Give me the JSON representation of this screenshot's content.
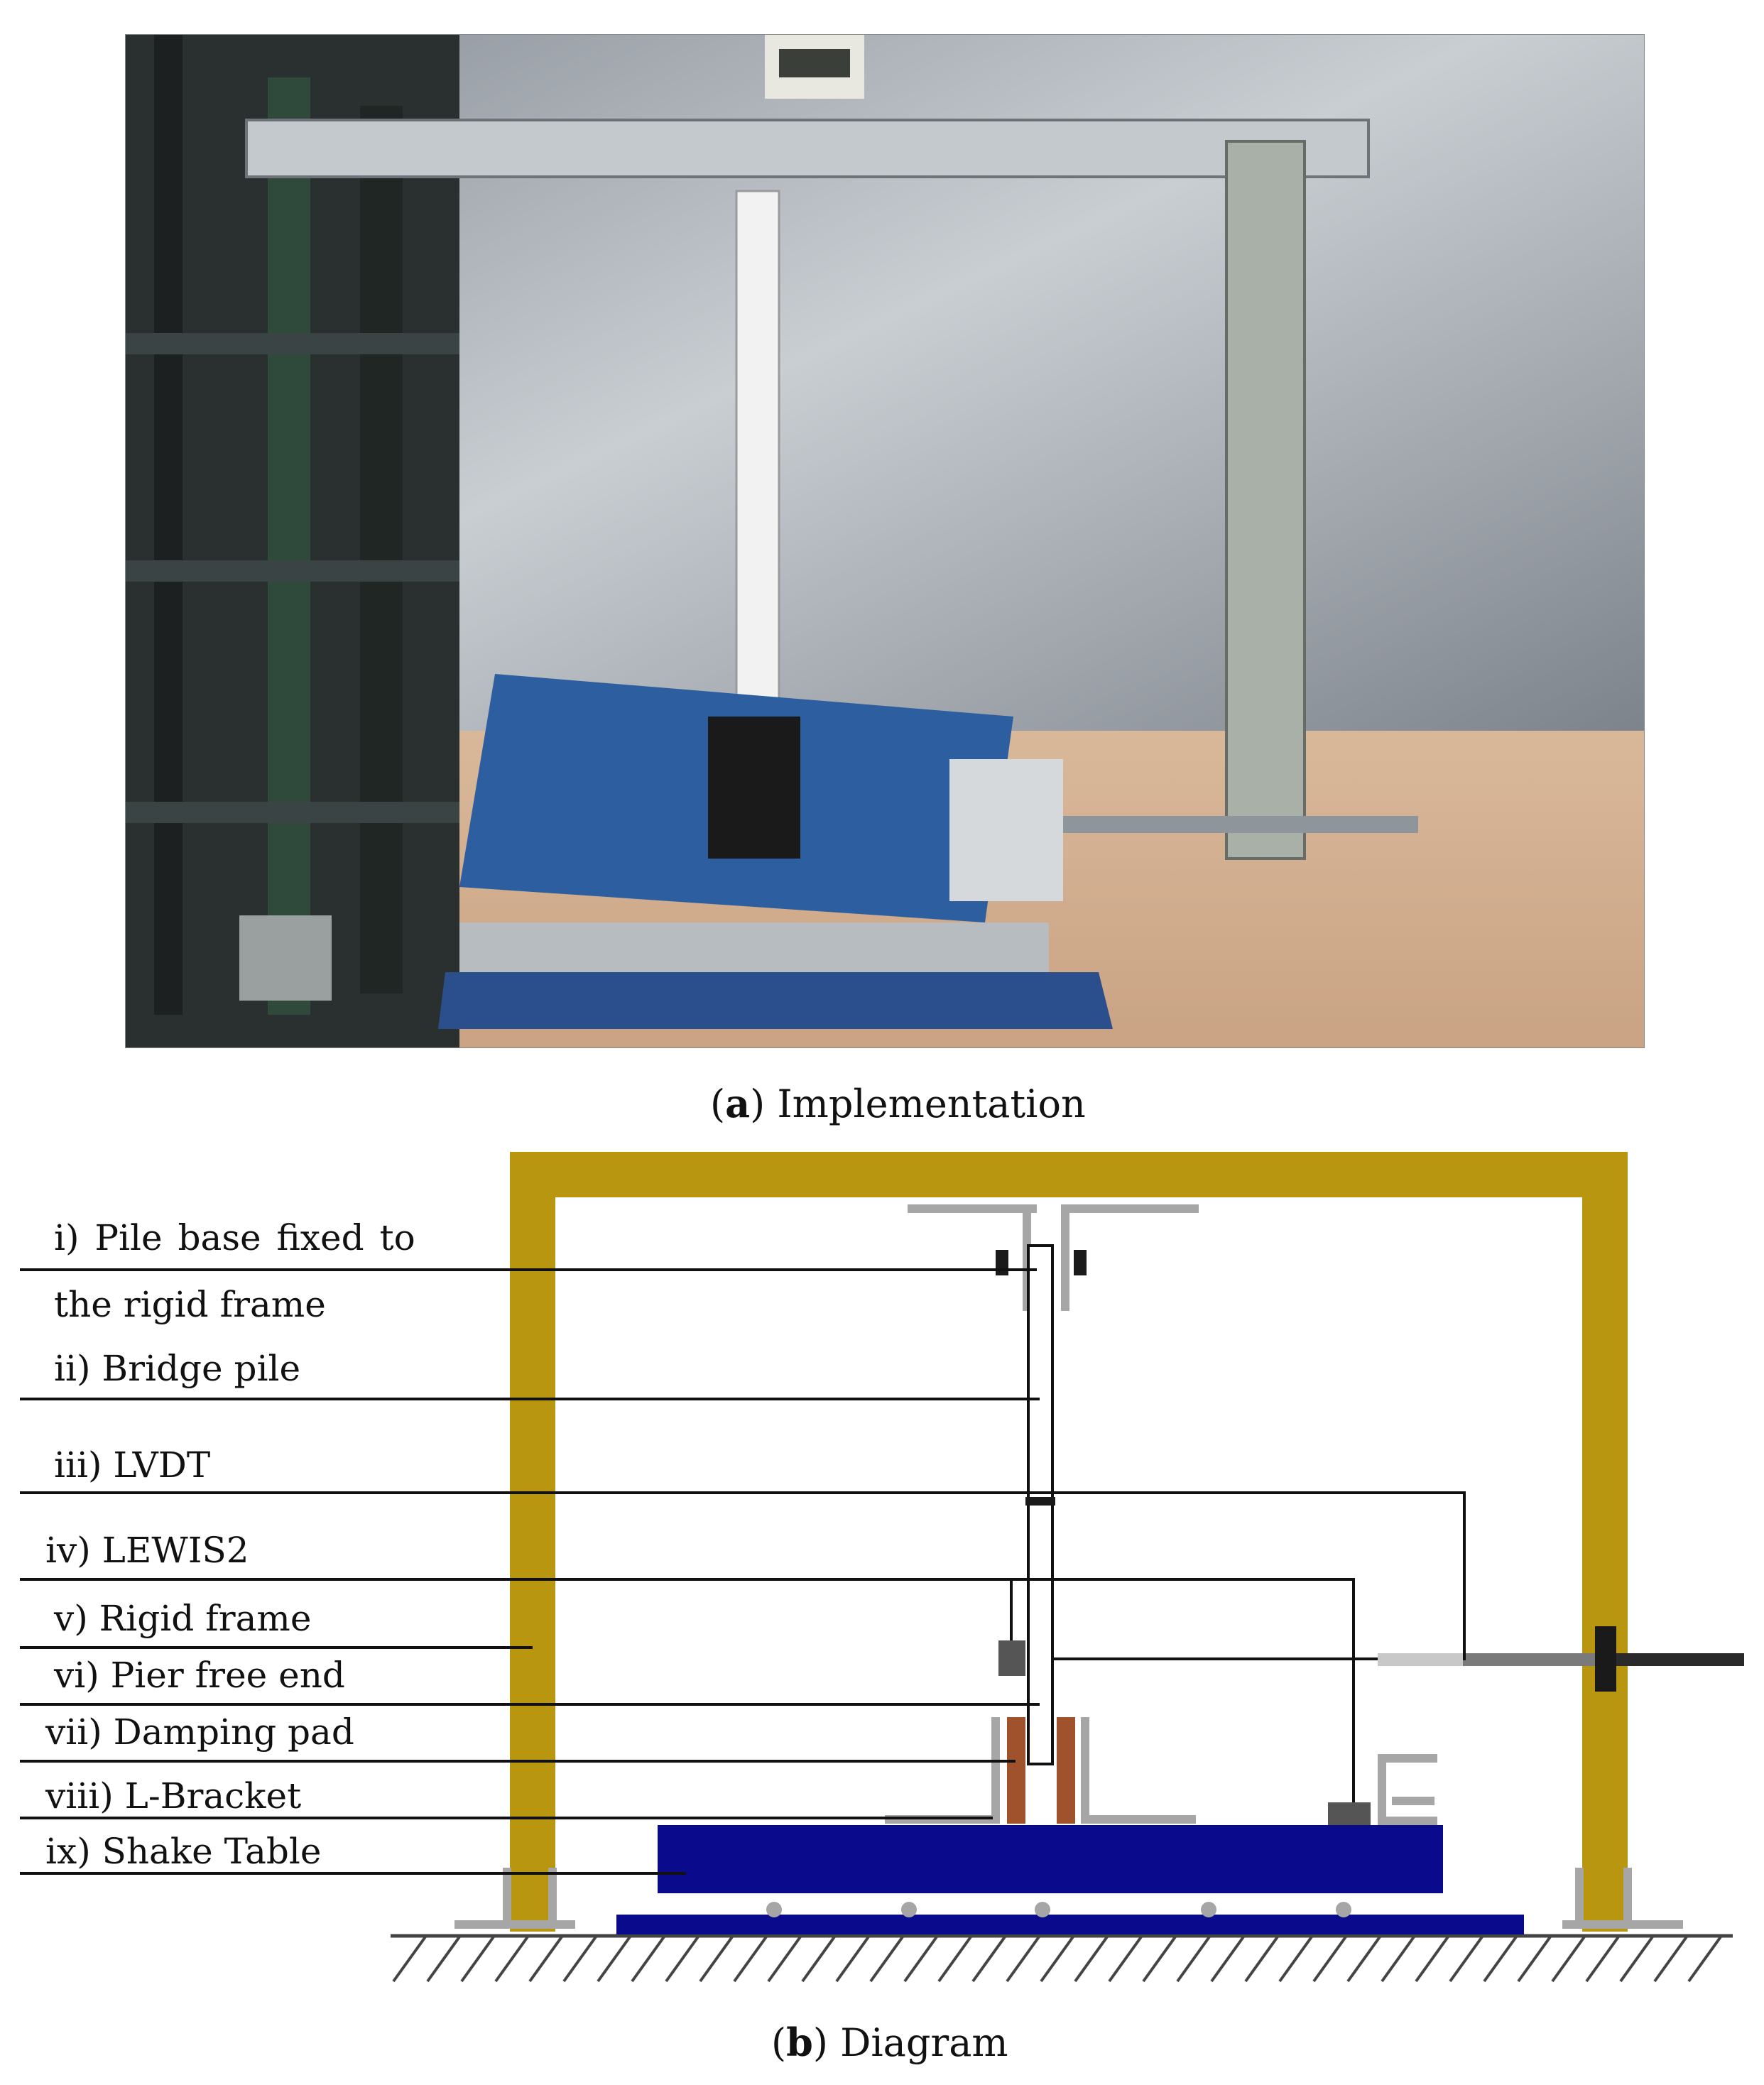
{
  "photo_caption": {
    "letter": "a",
    "text": "Implementation"
  },
  "diagram_caption": {
    "letter": "b",
    "text": "Diagram"
  },
  "labels": [
    "i)  Pile  base  fixed  to",
    "the rigid frame",
    "ii) Bridge pile",
    "iii) LVDT",
    "iv) LEWIS2",
    "v) Rigid frame",
    "vi) Pier free end",
    "vii) Damping pad",
    "viii) L-Bracket",
    "ix) Shake Table"
  ],
  "colors": {
    "rigid_frame": "#b8960f",
    "bracket": "#a6a6a6",
    "damping_pad": "#a0522d",
    "shake_table": "#0a0a8c",
    "leader_line": "#111111"
  }
}
